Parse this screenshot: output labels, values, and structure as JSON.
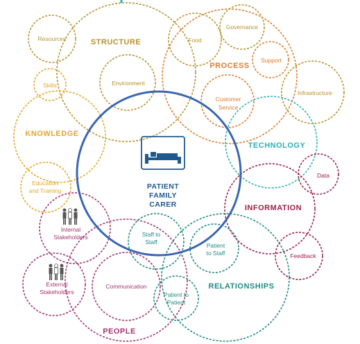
{
  "colors": {
    "structure": "#b5922e",
    "process": "#e07b2a",
    "knowledge": "#e3a629",
    "technology": "#2ab0b8",
    "information": "#9c1f43",
    "relationships": "#1e8a84",
    "people": "#a3336e",
    "center": "#3a66b0",
    "center_text": "#1f5a8e"
  },
  "center": {
    "lines": [
      "PATIENT",
      "FAMILY",
      "CARER"
    ],
    "icon": "hospital-bed-icon"
  },
  "domains": {
    "structure": "STRUCTURE",
    "process": "PROCESS",
    "knowledge": "KNOWLEDGE",
    "technology": "TECHNOLOGY",
    "information": "INFORMATION",
    "relationships": "RELATIONSHIPS",
    "people": "PEOPLE"
  },
  "nodes": {
    "resources": [
      "Resources"
    ],
    "food": [
      "Food"
    ],
    "governance": [
      "Governance"
    ],
    "support": [
      "Support"
    ],
    "environment": [
      "Environment"
    ],
    "skills": [
      "Skills"
    ],
    "infrastructure": [
      "Infrastructure"
    ],
    "customer_service": [
      "Customer",
      "Service"
    ],
    "education_training": [
      "Education",
      "and Training"
    ],
    "data": [
      "Data"
    ],
    "internal_stakeholders": [
      "Internal",
      "Stakeholders"
    ],
    "staff_to_staff": [
      "Staff to",
      "Staff"
    ],
    "patient_to_staff": [
      "Patient",
      "to Staff"
    ],
    "feedback": [
      "Feedback"
    ],
    "external_stakeholders": [
      "External",
      "Stakeholders"
    ],
    "communication": [
      "Communication"
    ],
    "patient_to_patient": [
      "Patient to",
      "Patient"
    ]
  },
  "icons": {
    "internal": "people-group-icon",
    "external": "people-group-icon"
  }
}
